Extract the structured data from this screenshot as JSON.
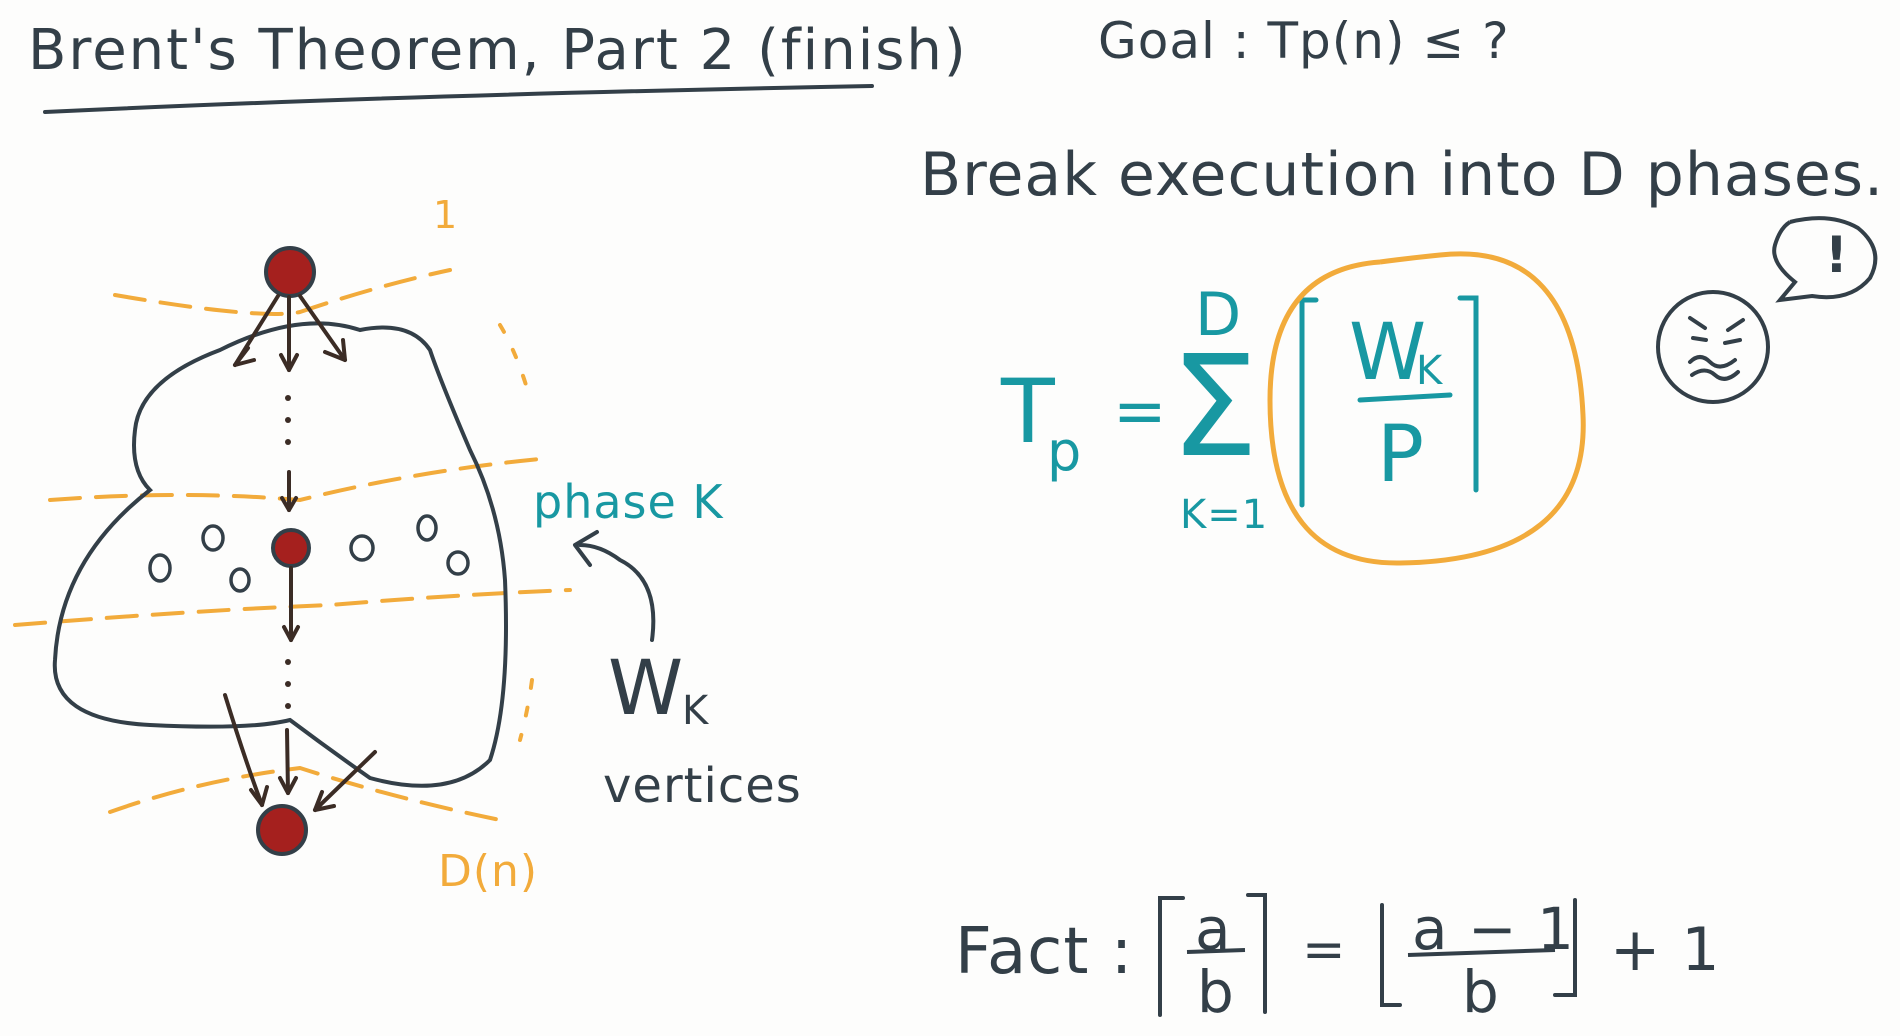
{
  "title": "Brent's Theorem, Part 2 (finish)",
  "goal": "Goal : Tp(n) ≤ ?",
  "break_text": "Break execution into D phases.",
  "diagram": {
    "top_phase_label": "1",
    "bottom_phase_label": "D(n)",
    "phase_label": "phase K",
    "wk_letter": "W",
    "wk_sub": "K",
    "vertices_label": "vertices"
  },
  "formula": {
    "lhs": "T",
    "lhs_sub": "p",
    "equals": "=",
    "sigma": "Σ",
    "upper": "D",
    "lower": "K=1",
    "numerator": "W",
    "numerator_sub": "K",
    "denominator": "P"
  },
  "fact": {
    "label": "Fact :",
    "lhs_num": "a",
    "lhs_den": "b",
    "equals": "=",
    "rhs_num": "a − 1",
    "rhs_den": "b",
    "plus": "+ 1"
  },
  "face_exclaim": "!",
  "colors": {
    "ink": "#333f48",
    "teal": "#1898a2",
    "orange": "#f2ab3b",
    "vertex_red": "#a5201e",
    "background": "#fdfdfc"
  }
}
